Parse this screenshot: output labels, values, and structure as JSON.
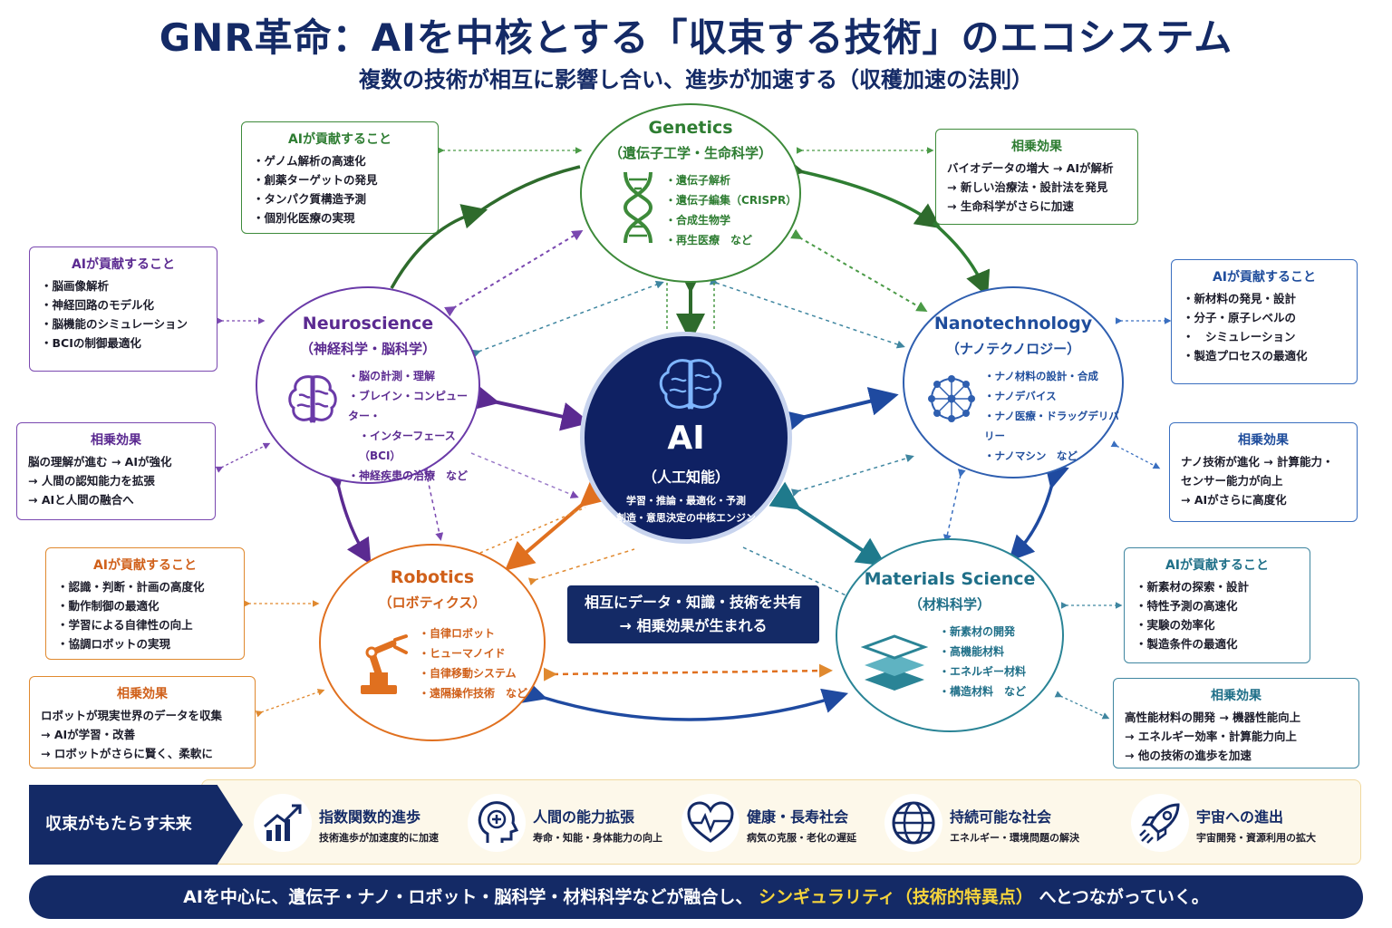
{
  "title": "GNR革命：AIを中核とする「収束する技術」のエコシステム",
  "subtitle": "複数の技術が相互に影響し合い、進歩が加速する（収穫加速の法則）",
  "colors": {
    "navy": "#142a66",
    "genetics": "#3d8a3a",
    "neuro": "#6a3aa8",
    "nano": "#2f5fb0",
    "robotics": "#e0701f",
    "materials": "#2a8496",
    "highlight": "#f5d43c"
  },
  "ai": {
    "name": "AI",
    "sub": "（人工知能）",
    "desc1": "学習・推論・最適化・予測",
    "desc2": "創造・意思決定の中核エンジン",
    "icon": "brain-icon"
  },
  "genetics": {
    "name": "Genetics",
    "sub": "（遺伝子工学・生命科学）",
    "icon": "dna-icon",
    "items": [
      "遺伝子解析",
      "遺伝子編集（CRISPR）",
      "合成生物学",
      "再生医療　など"
    ]
  },
  "neuroscience": {
    "name": "Neuroscience",
    "sub": "（神経科学・脳科学）",
    "icon": "brain-outline-icon",
    "items": [
      "脳の計測・理解",
      "ブレイン・コンピューター・",
      "インターフェース（BCI）",
      "神経疾患の治療　など"
    ]
  },
  "nanotechnology": {
    "name": "Nanotechnology",
    "sub": "（ナノテクノロジー）",
    "icon": "molecule-icon",
    "items": [
      "ナノ材料の設計・合成",
      "ナノデバイス",
      "ナノ医療・ドラッグデリバリー",
      "ナノマシン　など"
    ]
  },
  "robotics": {
    "name": "Robotics",
    "sub": "（ロボティクス）",
    "icon": "robot-arm-icon",
    "items": [
      "自律ロボット",
      "ヒューマノイド",
      "自律移動システム",
      "遠隔操作技術　など"
    ]
  },
  "materials": {
    "name": "Materials Science",
    "sub": "（材料科学）",
    "icon": "layers-icon",
    "items": [
      "新素材の開発",
      "高機能材料",
      "エネルギー材料",
      "構造材料　など"
    ]
  },
  "boxes": {
    "genetics_ai": {
      "title": "AIが貢献すること",
      "items": [
        "ゲノム解析の高速化",
        "創薬ターゲットの発見",
        "タンパク質構造予測",
        "個別化医療の実現"
      ]
    },
    "genetics_syn": {
      "title": "相乗効果",
      "lines": [
        "バイオデータの増大 → AIが解析",
        "→ 新しい治療法・設計法を発見",
        "→ 生命科学がさらに加速"
      ]
    },
    "neuro_ai": {
      "title": "AIが貢献すること",
      "items": [
        "脳画像解析",
        "神経回路のモデル化",
        "脳機能のシミュレーション",
        "BCIの制御最適化"
      ]
    },
    "neuro_syn": {
      "title": "相乗効果",
      "lines": [
        "脳の理解が進む → AIが強化",
        "→ 人間の認知能力を拡張",
        "→ AIと人間の融合へ"
      ]
    },
    "nano_ai": {
      "title": "AIが貢献すること",
      "items": [
        "新材料の発見・設計",
        "分子・原子レベルの",
        "　シミュレーション",
        "製造プロセスの最適化"
      ]
    },
    "nano_syn": {
      "title": "相乗効果",
      "lines": [
        "ナノ技術が進化 → 計算能力・",
        "センサー能力が向上",
        "→ AIがさらに高度化"
      ]
    },
    "robot_ai": {
      "title": "AIが貢献すること",
      "items": [
        "認識・判断・計画の高度化",
        "動作制御の最適化",
        "学習による自律性の向上",
        "協調ロボットの実現"
      ]
    },
    "robot_syn": {
      "title": "相乗効果",
      "lines": [
        "ロボットが現実世界のデータを収集",
        "→ AIが学習・改善",
        "→ ロボットがさらに賢く、柔軟に"
      ]
    },
    "mat_ai": {
      "title": "AIが貢献すること",
      "items": [
        "新素材の探索・設計",
        "特性予測の高速化",
        "実験の効率化",
        "製造条件の最適化"
      ]
    },
    "mat_syn": {
      "title": "相乗効果",
      "lines": [
        "高性能材料の開発 → 機器性能向上",
        "→ エネルギー効率・計算能力向上",
        "→ 他の技術の進歩を加速"
      ]
    }
  },
  "share": {
    "line1": "相互にデータ・知識・技術を共有",
    "line2": "→ 相乗効果が生まれる"
  },
  "future": {
    "label": "収束がもたらす未来",
    "items": [
      {
        "title": "指数関数的進歩",
        "desc": "技術進歩が加速度的に加速",
        "icon": "growth-chart-icon"
      },
      {
        "title": "人間の能力拡張",
        "desc": "寿命・知能・身体能力の向上",
        "icon": "head-plus-icon"
      },
      {
        "title": "健康・長寿社会",
        "desc": "病気の克服・老化の遅延",
        "icon": "heart-pulse-icon"
      },
      {
        "title": "持続可能な社会",
        "desc": "エネルギー・環境問題の解決",
        "icon": "globe-icon"
      },
      {
        "title": "宇宙への進出",
        "desc": "宇宙開発・資源利用の拡大",
        "icon": "rocket-icon"
      }
    ]
  },
  "footer": {
    "pre": "AIを中心に、遺伝子・ナノ・ロボット・脳科学・材料科学などが融合し、",
    "highlight": "シンギュラリティ（技術的特異点）",
    "post": "へとつながっていく。"
  }
}
